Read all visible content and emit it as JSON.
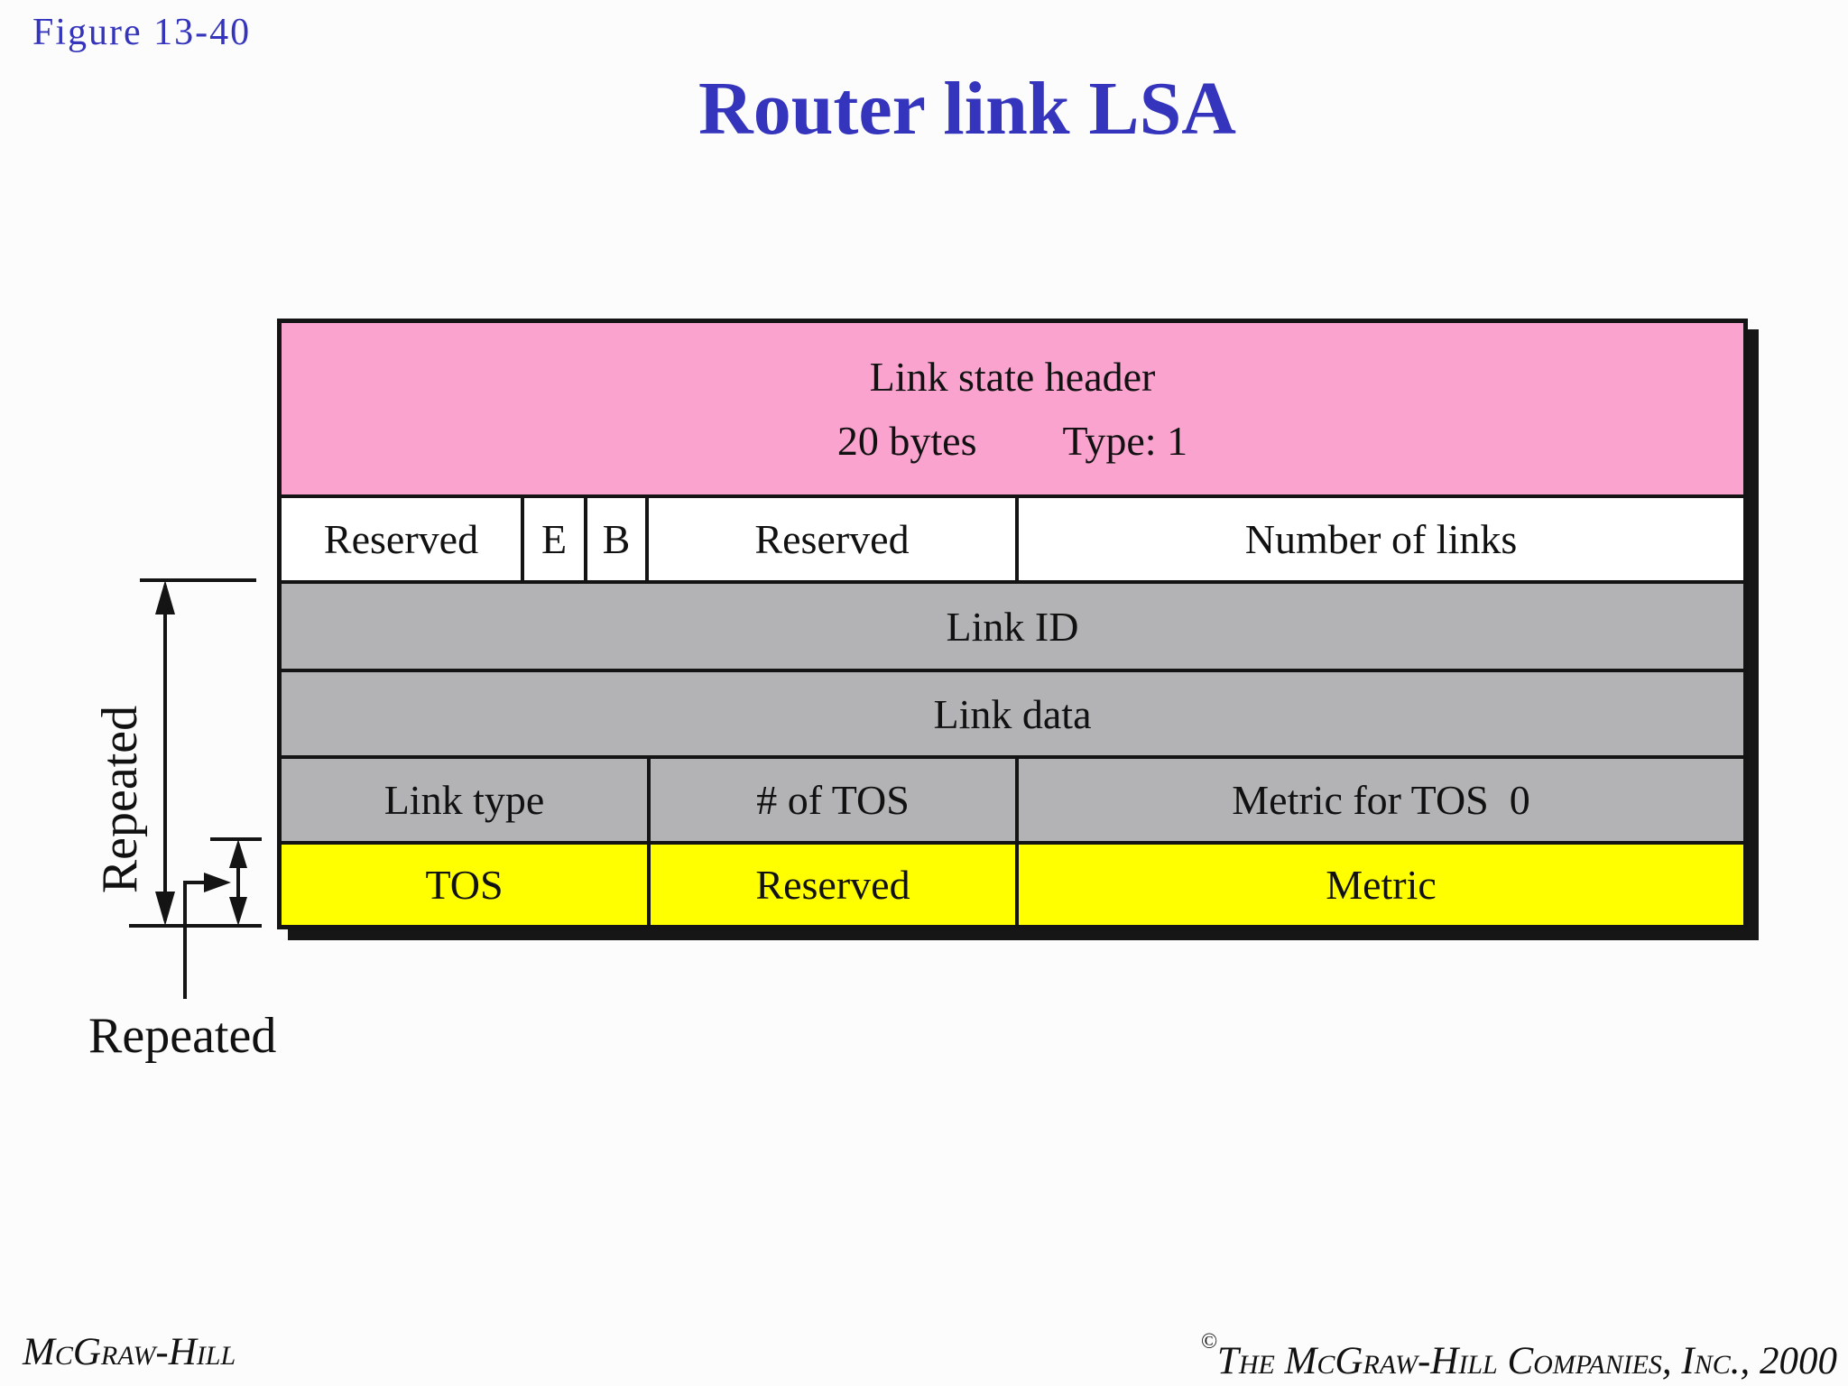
{
  "figure_label": "Figure  13-40",
  "title": "Router link LSA",
  "colors": {
    "title_blue": "#3434bd",
    "header_pink": "#f9a3ce",
    "body_gray": "#b3b3b5",
    "tos_yellow": "#ffff00",
    "border_black": "#141414"
  },
  "table": {
    "header": {
      "line1": "Link state header",
      "line2_left": "20 bytes",
      "line2_right": "Type: 1"
    },
    "flags_row": {
      "cells": [
        "Reserved",
        "E",
        "B",
        "Reserved",
        "Number of links"
      ]
    },
    "link_id": "Link ID",
    "link_data": "Link data",
    "link_type_row": {
      "cells": [
        "Link type",
        "# of TOS",
        "Metric for TOS  0"
      ]
    },
    "tos_row": {
      "cells": [
        "TOS",
        "Reserved",
        "Metric"
      ]
    }
  },
  "annotations": {
    "repeated_vertical": "Repeated",
    "repeated_bottom": "Repeated"
  },
  "footer": {
    "publisher": "McGraw-Hill",
    "copyright_symbol": "©",
    "copyright_text": "The McGraw-Hill Companies, Inc., 2000"
  }
}
